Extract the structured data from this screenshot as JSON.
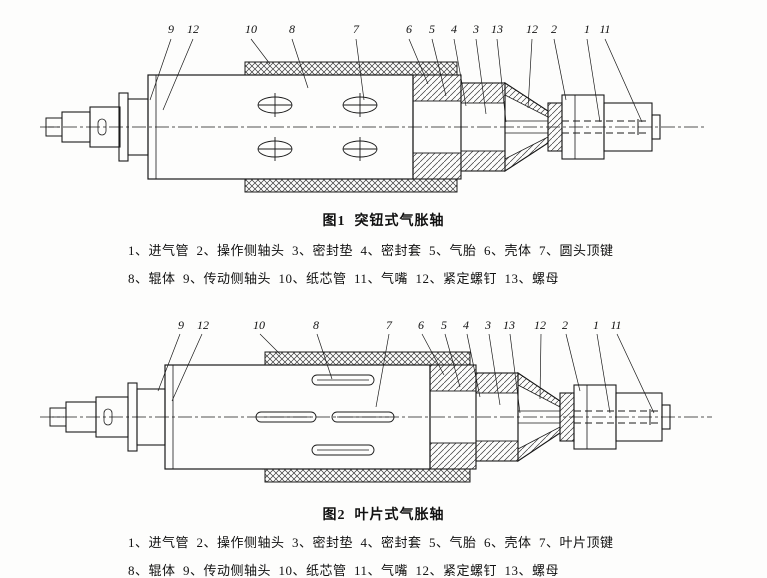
{
  "page": {
    "background": "#fdfdfc",
    "ink": "#1a1a1a"
  },
  "figure1": {
    "caption": "图1  突钮式气胀轴",
    "callouts": {
      "n9": "9",
      "n12": "12",
      "n10": "10",
      "n8": "8",
      "n7": "7",
      "n6": "6",
      "n5": "5",
      "n4": "4",
      "n3": "3",
      "n13": "13",
      "n12b": "12",
      "n2": "2",
      "n1": "1",
      "n11": "11"
    },
    "parts_line1": "1、进气管  2、操作侧轴头  3、密封垫  4、密封套  5、气胎  6、壳体  7、圆头顶键",
    "parts_line2": "8、辊体  9、传动侧轴头  10、纸芯管  11、气嘴  12、紧定螺钉  13、螺母"
  },
  "figure2": {
    "caption": "图2  叶片式气胀轴",
    "callouts": {
      "n9": "9",
      "n12": "12",
      "n10": "10",
      "n8": "8",
      "n7": "7",
      "n6": "6",
      "n5": "5",
      "n4": "4",
      "n3": "3",
      "n13": "13",
      "n12b": "12",
      "n2": "2",
      "n1": "1",
      "n11": "11"
    },
    "parts_line1": "1、进气管  2、操作侧轴头  3、密封垫  4、密封套  5、气胎  6、壳体  7、叶片顶键",
    "parts_line2": "8、辊体  9、传动侧轴头  10、纸芯管  11、气嘴  12、紧定螺钉  13、螺母"
  }
}
